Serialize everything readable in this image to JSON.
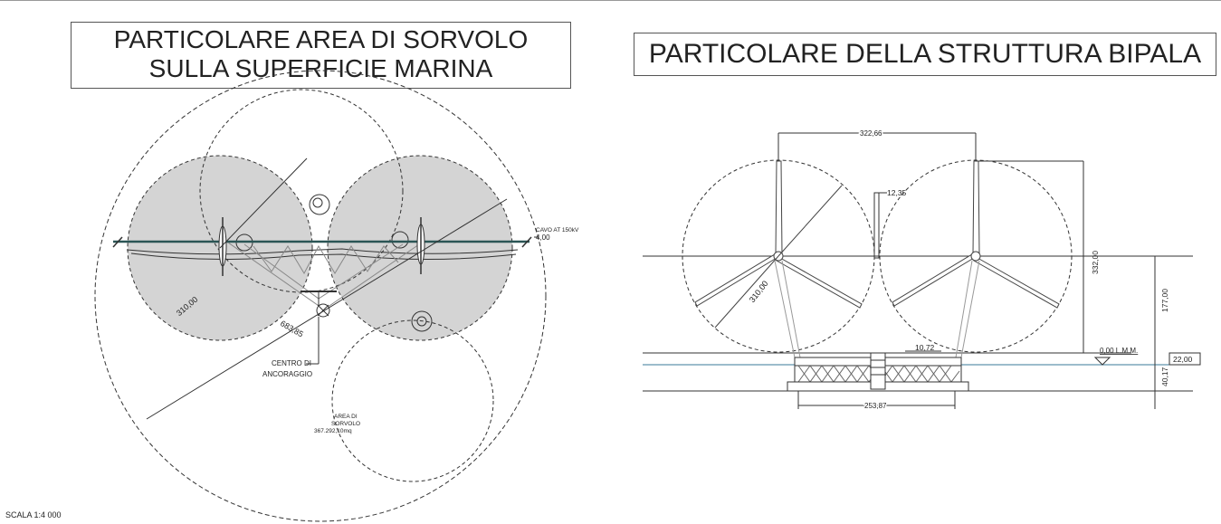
{
  "titles": {
    "left_line1": "PARTICOLARE AREA DI SORVOLO",
    "left_line2": "SULLA SUPERFICIE MARINA",
    "right": "PARTICOLARE DELLA STRUTTURA BIPALA"
  },
  "plan": {
    "radius_label": "310,00",
    "outer_radius_label": "683,85",
    "cable_label": "CAVO AT 150kV",
    "cable_value": "4,00",
    "anchor_line1": "CENTRO DI",
    "anchor_line2": "ANCORAGGIO",
    "area_line1": "AREA DI",
    "area_line2": "SORVOLO",
    "area_line3": "367.292,10mq"
  },
  "elevation": {
    "rotor_spacing": "322,66",
    "rotor_radius": "310,00",
    "tip_clearance": "12,35",
    "total_height": "332,00",
    "hub_height": "177,00",
    "sea_level": "0,00 L.M.M.",
    "platform_top": "10,72",
    "draft_above": "22,00",
    "draft_below": "40,17",
    "base_width": "253,87"
  },
  "scale_label": "SCALA 1:4 000"
}
